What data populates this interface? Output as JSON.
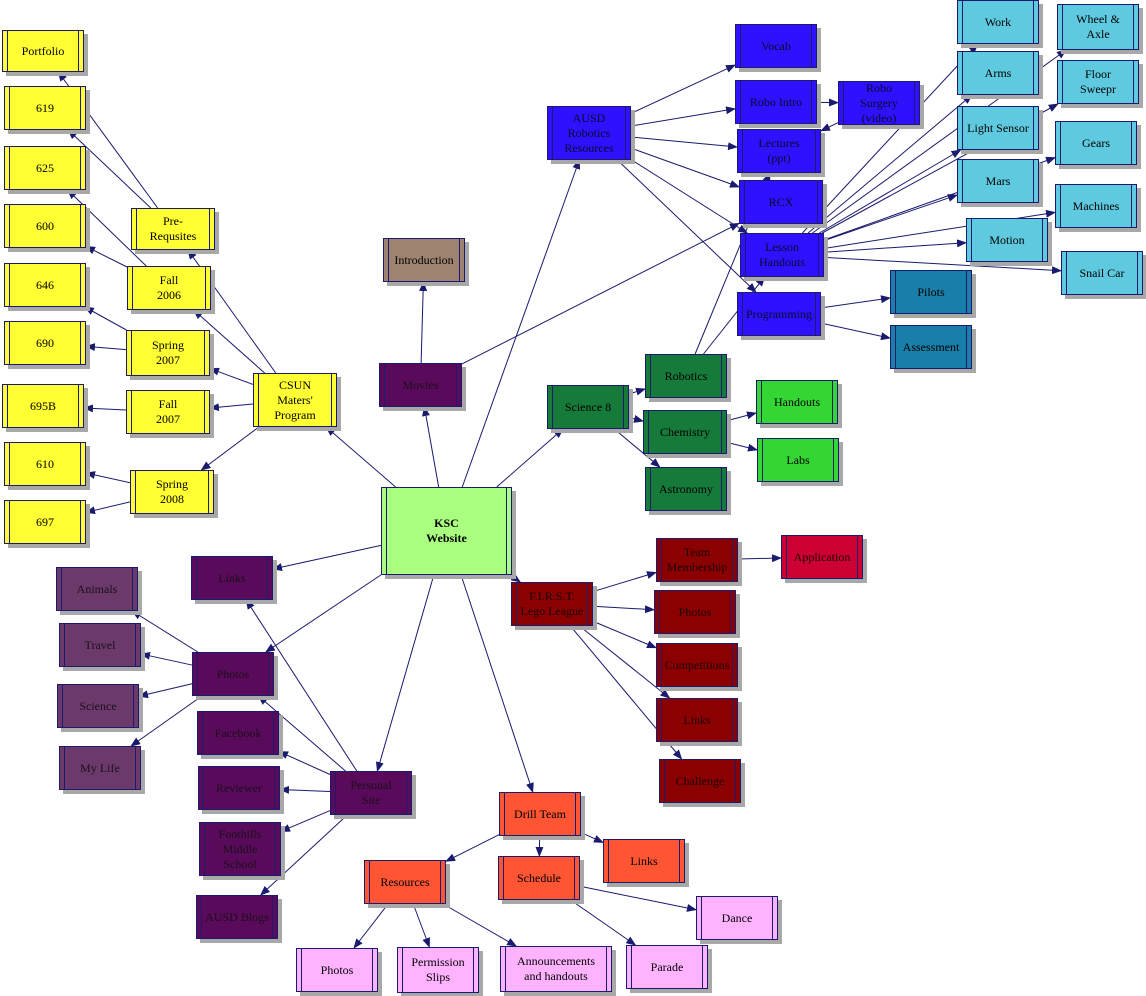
{
  "colors": {
    "yellow": "#ffff33",
    "green_center": "#aaff80",
    "purple_dark": "#5a0a5a",
    "purple_mid": "#6b3a6b",
    "tan": "#9e8470",
    "blue": "#2f10ff",
    "cyan": "#5ec9df",
    "teal": "#1a7fa8",
    "dark_green": "#157a3a",
    "bright_green": "#33d633",
    "maroon": "#8b0000",
    "crimson": "#cc0033",
    "orange_red": "#ff5533",
    "pink": "#ffb3ff",
    "edge": "#1a1a6e"
  },
  "nodes": [
    {
      "id": "ksc",
      "label": "KSC\nWebsite",
      "color": "green_center",
      "bold": true
    },
    {
      "id": "csun",
      "label": "CSUN\nMaters'\nProgram",
      "color": "yellow"
    },
    {
      "id": "prereq",
      "label": "Pre-Requsites",
      "color": "yellow"
    },
    {
      "id": "fall2006",
      "label": "Fall\n2006",
      "color": "yellow"
    },
    {
      "id": "spring2007",
      "label": "Spring\n2007",
      "color": "yellow"
    },
    {
      "id": "fall2007",
      "label": "Fall\n2007",
      "color": "yellow"
    },
    {
      "id": "spring2008",
      "label": "Spring\n2008",
      "color": "yellow"
    },
    {
      "id": "portfolio",
      "label": "Portfolio",
      "color": "yellow"
    },
    {
      "id": "c619",
      "label": "619",
      "color": "yellow"
    },
    {
      "id": "c625",
      "label": "625",
      "color": "yellow"
    },
    {
      "id": "c600",
      "label": "600",
      "color": "yellow"
    },
    {
      "id": "c646",
      "label": "646",
      "color": "yellow"
    },
    {
      "id": "c690",
      "label": "690",
      "color": "yellow"
    },
    {
      "id": "c695b",
      "label": "695B",
      "color": "yellow"
    },
    {
      "id": "c610",
      "label": "610",
      "color": "yellow"
    },
    {
      "id": "c697",
      "label": "697",
      "color": "yellow"
    },
    {
      "id": "movies",
      "label": "Movies",
      "color": "purple_dark"
    },
    {
      "id": "intro",
      "label": "Introduction",
      "color": "tan"
    },
    {
      "id": "links",
      "label": "Links",
      "color": "purple_dark"
    },
    {
      "id": "photos_p",
      "label": "Photos",
      "color": "purple_dark"
    },
    {
      "id": "animals",
      "label": "Animals",
      "color": "purple_mid"
    },
    {
      "id": "travel",
      "label": "Travel",
      "color": "purple_mid"
    },
    {
      "id": "science",
      "label": "Science",
      "color": "purple_mid"
    },
    {
      "id": "mylife",
      "label": "My Life",
      "color": "purple_mid"
    },
    {
      "id": "personal",
      "label": "Personal\nSite",
      "color": "purple_dark"
    },
    {
      "id": "facebook",
      "label": "Facebook",
      "color": "purple_dark"
    },
    {
      "id": "reviewer",
      "label": "Reviewer",
      "color": "purple_dark"
    },
    {
      "id": "foothills",
      "label": "Foothills\nMiddle\nSchool",
      "color": "purple_dark"
    },
    {
      "id": "ausdblogs",
      "label": "AUSD Blogs",
      "color": "purple_dark"
    },
    {
      "id": "ausd",
      "label": "AUSD\nRobotics\nResources",
      "color": "blue"
    },
    {
      "id": "vocab",
      "label": "Vocab",
      "color": "blue"
    },
    {
      "id": "robointro",
      "label": "Robo Intro",
      "color": "blue"
    },
    {
      "id": "robosurgery",
      "label": "Robo Surgery\n(video)",
      "color": "blue"
    },
    {
      "id": "lectures",
      "label": "Lectures\n(ppt)",
      "color": "blue"
    },
    {
      "id": "rcx",
      "label": "RCX",
      "color": "blue"
    },
    {
      "id": "lesson",
      "label": "Lesson\nHandouts",
      "color": "blue"
    },
    {
      "id": "programming",
      "label": "Programming",
      "color": "blue"
    },
    {
      "id": "pilots",
      "label": "Pilots",
      "color": "teal"
    },
    {
      "id": "assessment",
      "label": "Assessment",
      "color": "teal"
    },
    {
      "id": "work",
      "label": "Work",
      "color": "cyan"
    },
    {
      "id": "arms",
      "label": "Arms",
      "color": "cyan"
    },
    {
      "id": "lightsensor",
      "label": "Light Sensor",
      "color": "cyan"
    },
    {
      "id": "mars",
      "label": "Mars",
      "color": "cyan"
    },
    {
      "id": "motion",
      "label": "Motion",
      "color": "cyan"
    },
    {
      "id": "wheel",
      "label": "Wheel &\nAxle",
      "color": "cyan"
    },
    {
      "id": "floorsweepr",
      "label": "Floor Sweepr",
      "color": "cyan"
    },
    {
      "id": "gears",
      "label": "Gears",
      "color": "cyan"
    },
    {
      "id": "machines",
      "label": "Machines",
      "color": "cyan"
    },
    {
      "id": "snailcar",
      "label": "Snail Car",
      "color": "cyan"
    },
    {
      "id": "science8",
      "label": "Science 8",
      "color": "dark_green"
    },
    {
      "id": "robotics",
      "label": "Robotics",
      "color": "dark_green"
    },
    {
      "id": "chemistry",
      "label": "Chemistry",
      "color": "dark_green"
    },
    {
      "id": "astronomy",
      "label": "Astronomy",
      "color": "dark_green"
    },
    {
      "id": "handouts",
      "label": "Handouts",
      "color": "bright_green"
    },
    {
      "id": "labs",
      "label": "Labs",
      "color": "bright_green"
    },
    {
      "id": "fll",
      "label": "F.I.R.S.T.\nLego League",
      "color": "maroon"
    },
    {
      "id": "team",
      "label": "Team\nMembership",
      "color": "maroon"
    },
    {
      "id": "application",
      "label": "Application",
      "color": "crimson"
    },
    {
      "id": "photos_f",
      "label": "Photos",
      "color": "maroon"
    },
    {
      "id": "competitions",
      "label": "Competitions",
      "color": "maroon"
    },
    {
      "id": "links_f",
      "label": "Links",
      "color": "maroon"
    },
    {
      "id": "challenge",
      "label": "Challenge",
      "color": "maroon"
    },
    {
      "id": "drill",
      "label": "Drill Team",
      "color": "orange_red"
    },
    {
      "id": "resources",
      "label": "Resources",
      "color": "orange_red"
    },
    {
      "id": "schedule",
      "label": "Schedule",
      "color": "orange_red"
    },
    {
      "id": "links_d",
      "label": "Links",
      "color": "orange_red"
    },
    {
      "id": "dance",
      "label": "Dance",
      "color": "pink"
    },
    {
      "id": "parade",
      "label": "Parade",
      "color": "pink"
    },
    {
      "id": "photos_d",
      "label": "Photos",
      "color": "pink"
    },
    {
      "id": "permission",
      "label": "Permission\nSlips",
      "color": "pink"
    },
    {
      "id": "announcements",
      "label": "Announcements\nand handouts",
      "color": "pink"
    }
  ],
  "edges": [
    [
      "ksc",
      "csun"
    ],
    [
      "ksc",
      "movies"
    ],
    [
      "ksc",
      "ausd"
    ],
    [
      "ksc",
      "science8"
    ],
    [
      "ksc",
      "fll"
    ],
    [
      "ksc",
      "drill"
    ],
    [
      "ksc",
      "personal"
    ],
    [
      "ksc",
      "links"
    ],
    [
      "ksc",
      "photos_p"
    ],
    [
      "csun",
      "prereq"
    ],
    [
      "csun",
      "fall2006"
    ],
    [
      "csun",
      "spring2007"
    ],
    [
      "csun",
      "fall2007"
    ],
    [
      "csun",
      "spring2008"
    ],
    [
      "prereq",
      "portfolio"
    ],
    [
      "prereq",
      "c619"
    ],
    [
      "fall2006",
      "c625"
    ],
    [
      "fall2006",
      "c600"
    ],
    [
      "spring2007",
      "c646"
    ],
    [
      "spring2007",
      "c690"
    ],
    [
      "fall2007",
      "c695b"
    ],
    [
      "spring2008",
      "c610"
    ],
    [
      "spring2008",
      "c697"
    ],
    [
      "movies",
      "intro"
    ],
    [
      "movies",
      "rcx"
    ],
    [
      "photos_p",
      "animals"
    ],
    [
      "photos_p",
      "travel"
    ],
    [
      "photos_p",
      "science"
    ],
    [
      "photos_p",
      "mylife"
    ],
    [
      "personal",
      "links"
    ],
    [
      "personal",
      "photos_p"
    ],
    [
      "personal",
      "facebook"
    ],
    [
      "personal",
      "reviewer"
    ],
    [
      "personal",
      "foothills"
    ],
    [
      "personal",
      "ausdblogs"
    ],
    [
      "ausd",
      "vocab"
    ],
    [
      "ausd",
      "robointro"
    ],
    [
      "ausd",
      "lectures"
    ],
    [
      "ausd",
      "rcx"
    ],
    [
      "ausd",
      "lesson"
    ],
    [
      "ausd",
      "programming"
    ],
    [
      "robointro",
      "robosurgery"
    ],
    [
      "robosurgery",
      "lectures"
    ],
    [
      "lesson",
      "work"
    ],
    [
      "lesson",
      "arms"
    ],
    [
      "lesson",
      "lightsensor"
    ],
    [
      "lesson",
      "mars"
    ],
    [
      "lesson",
      "motion"
    ],
    [
      "lesson",
      "wheel"
    ],
    [
      "lesson",
      "floorsweepr"
    ],
    [
      "lesson",
      "gears"
    ],
    [
      "lesson",
      "machines"
    ],
    [
      "lesson",
      "snailcar"
    ],
    [
      "programming",
      "pilots"
    ],
    [
      "programming",
      "assessment"
    ],
    [
      "science8",
      "robotics"
    ],
    [
      "science8",
      "chemistry"
    ],
    [
      "science8",
      "astronomy"
    ],
    [
      "robotics",
      "lectures"
    ],
    [
      "robotics",
      "lesson"
    ],
    [
      "chemistry",
      "handouts"
    ],
    [
      "chemistry",
      "labs"
    ],
    [
      "fll",
      "team"
    ],
    [
      "fll",
      "photos_f"
    ],
    [
      "fll",
      "competitions"
    ],
    [
      "fll",
      "links_f"
    ],
    [
      "fll",
      "challenge"
    ],
    [
      "team",
      "application"
    ],
    [
      "drill",
      "resources"
    ],
    [
      "drill",
      "schedule"
    ],
    [
      "drill",
      "links_d"
    ],
    [
      "resources",
      "photos_d"
    ],
    [
      "resources",
      "permission"
    ],
    [
      "resources",
      "announcements"
    ],
    [
      "schedule",
      "dance"
    ],
    [
      "schedule",
      "parade"
    ]
  ]
}
